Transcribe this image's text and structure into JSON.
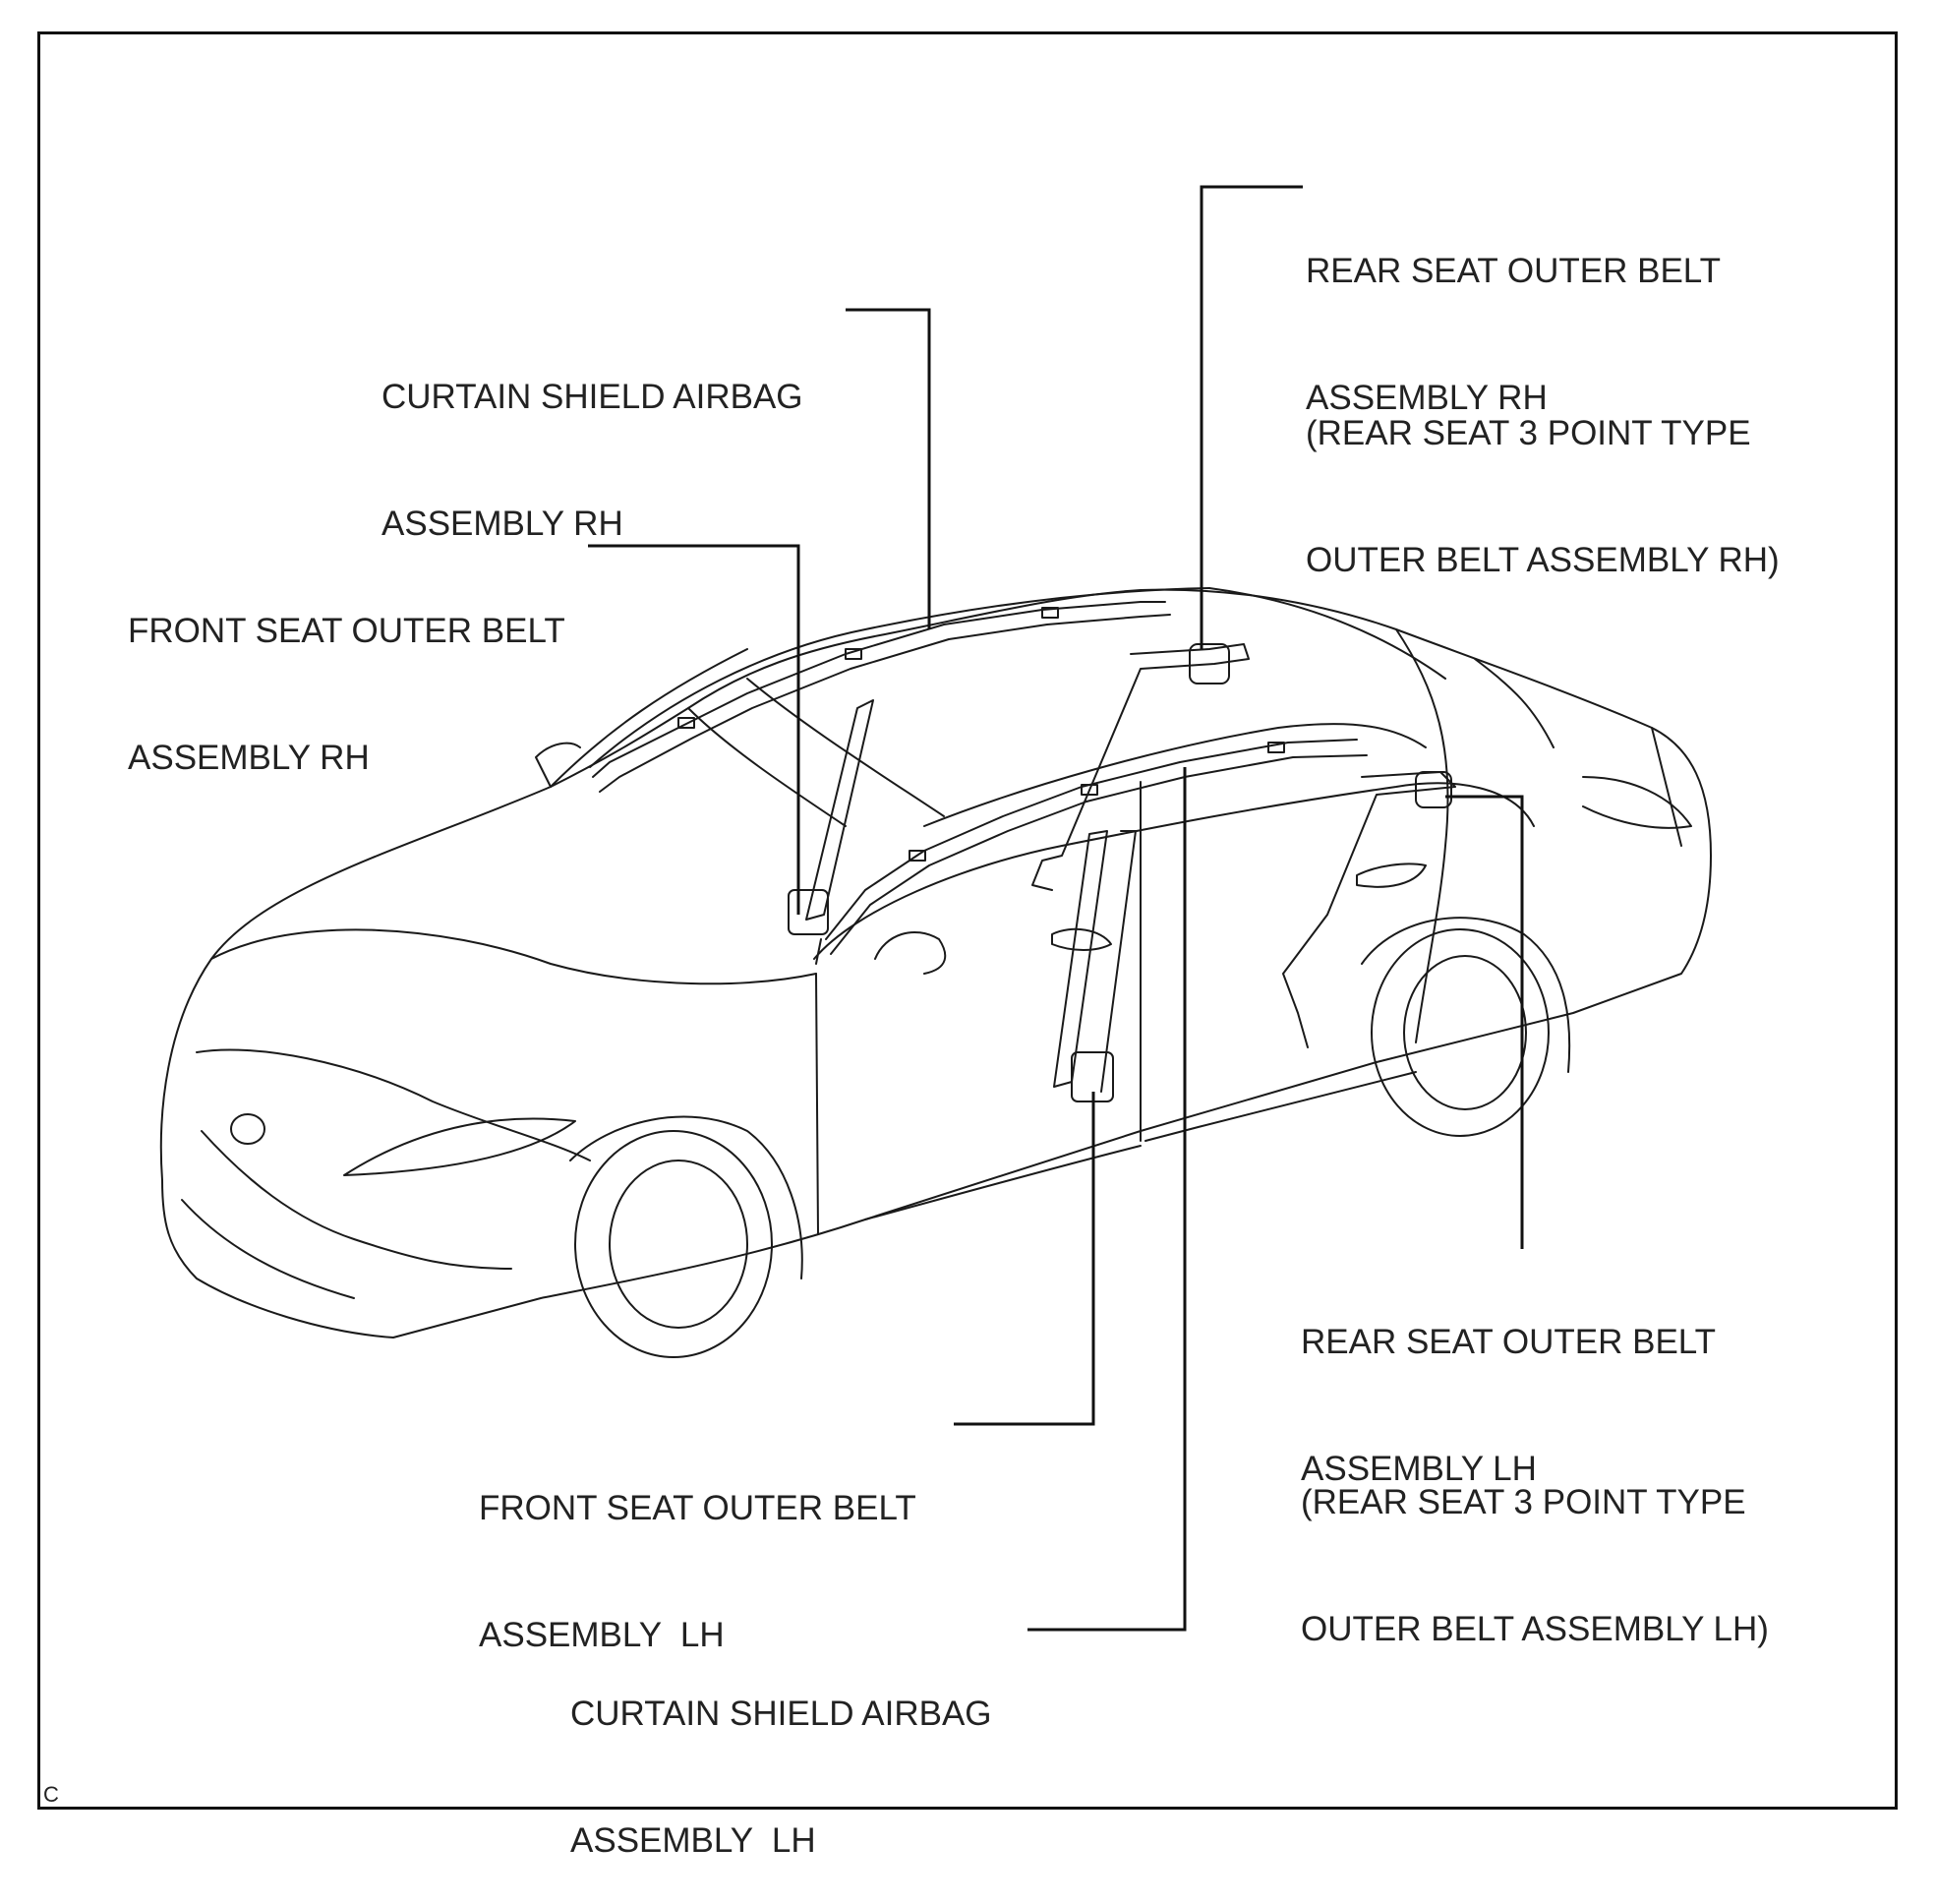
{
  "callouts": {
    "curtain_rh": {
      "line1": "CURTAIN SHIELD AIRBAG",
      "line2": "ASSEMBLY RH"
    },
    "front_rh": {
      "line1": "FRONT SEAT OUTER BELT",
      "line2": "ASSEMBLY RH"
    },
    "rear_rh": {
      "line1": "REAR SEAT OUTER BELT",
      "line2": "ASSEMBLY RH",
      "alt1": "(REAR SEAT 3 POINT TYPE",
      "alt2": "OUTER BELT ASSEMBLY RH)"
    },
    "rear_lh": {
      "line1": "REAR SEAT OUTER BELT",
      "line2": "ASSEMBLY LH",
      "alt1": "(REAR SEAT 3 POINT TYPE",
      "alt2": "OUTER BELT ASSEMBLY LH)"
    },
    "front_lh": {
      "line1": "FRONT SEAT OUTER BELT",
      "line2": "ASSEMBLY  LH"
    },
    "curtain_lh": {
      "line1": "CURTAIN SHIELD AIRBAG",
      "line2": "ASSEMBLY  LH"
    }
  },
  "corner_code": "C",
  "colors": {
    "line": "#1a1a1a",
    "text": "#222222",
    "background": "#ffffff"
  }
}
